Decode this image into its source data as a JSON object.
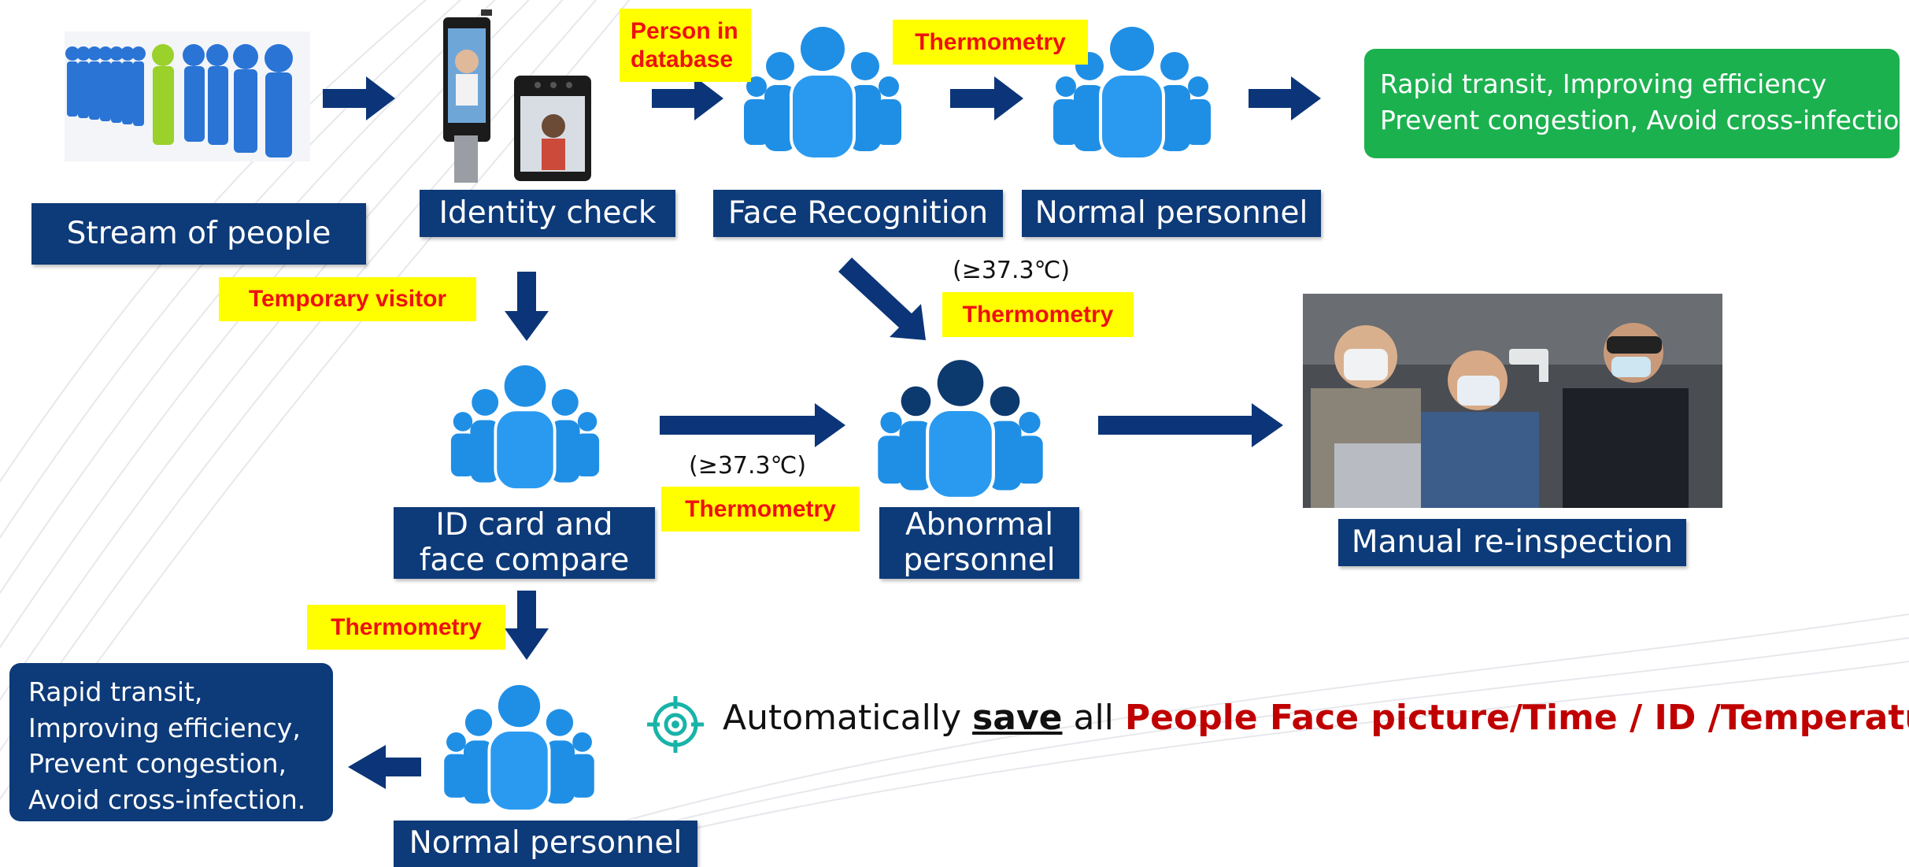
{
  "labels": {
    "stream": "Stream of people",
    "identity_check": "Identity check",
    "face_recognition": "Face Recognition",
    "normal_personnel_top": "Normal personnel",
    "id_card_line1": "ID card and",
    "id_card_line2": "face compare",
    "abnormal_line1": "Abnormal",
    "abnormal_line2": "personnel",
    "manual_reinspection": "Manual re-inspection",
    "normal_personnel_bottom": "Normal personnel"
  },
  "tags": {
    "person_in_db_line1": "Person in",
    "person_in_db_line2": "database",
    "thermometry": "Thermometry",
    "temporary_visitor": "Temporary visitor"
  },
  "temperature_threshold": "(≥37.3℃)",
  "benefits_top": {
    "line1": "Rapid transit, Improving efficiency",
    "line2": "Prevent congestion, Avoid cross-infection"
  },
  "benefits_bottom": {
    "line1": "Rapid transit,",
    "line2": "Improving efficiency,",
    "line3": "Prevent congestion,",
    "line4": "Avoid cross-infection."
  },
  "save_statement": {
    "prefix": "Automatically ",
    "emphasis": "save",
    "middle": " all ",
    "highlight": "People Face picture/Time / ID /Temperature"
  },
  "colors": {
    "navy": "#0d3a78",
    "arrow": "#0b3578",
    "tag_bg": "#ffff00",
    "tag_text": "#ee1111",
    "green": "#1cb14f",
    "highlight_red": "#c00000",
    "person_blue": "#1f8fe6",
    "person_dark": "#0d3a6e",
    "target_icon": "#19b3a8"
  },
  "icons": [
    "people-queue-illustration",
    "face-terminal-device-illustration",
    "people-group-icon",
    "abnormal-people-group-icon",
    "temperature-check-photo",
    "target-icon"
  ]
}
